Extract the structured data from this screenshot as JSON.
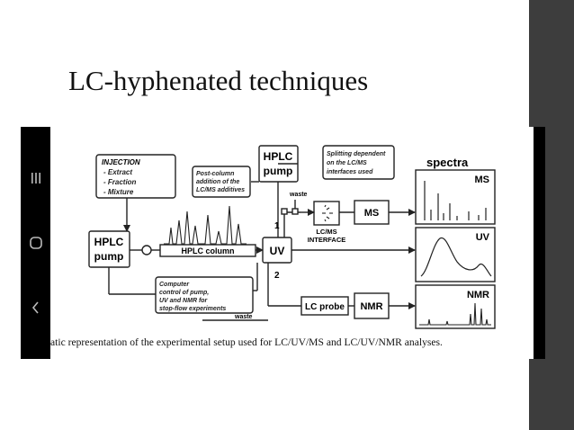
{
  "slide": {
    "title": "LC-hyphenated techniques"
  },
  "figure": {
    "injection": {
      "title": "INJECTION",
      "items": [
        "- Extract",
        "- Fraction",
        "- Mixture"
      ]
    },
    "post_column_note": [
      "Post-column",
      "addition of the",
      "LC/MS additives"
    ],
    "top_pump": [
      "HPLC",
      "pump"
    ],
    "left_pump": [
      "HPLC",
      "pump"
    ],
    "splitting_note": [
      "Splitting dependent",
      "on the LC/MS",
      "interfaces used"
    ],
    "waste_top": "waste",
    "waste_bottom": "waste",
    "port_1": "1",
    "port_2": "2",
    "hplc_column": "HPLC column",
    "uv_box": "UV",
    "ms_box": "MS",
    "nmr_box": "NMR",
    "lc_probe": "LC probe",
    "interface_label": [
      "LC/MS",
      "INTERFACE"
    ],
    "computer_note": [
      "Computer",
      "control of pump,",
      "UV and NMR for",
      "stop-flow experiments"
    ],
    "spectra_heading": "spectra",
    "spectra_labels": {
      "ms": "MS",
      "uv": "UV",
      "nmr": "NMR"
    },
    "caption": "atic representation of the experimental setup used for LC/UV/MS and LC/UV/NMR analyses."
  },
  "colors": {
    "right_band": "#3d3d3d",
    "phone_frame": "#000000",
    "ink": "#222222"
  },
  "icons": {
    "nav_recent": "recent-apps-icon",
    "nav_home": "home-icon",
    "nav_back": "back-icon"
  }
}
